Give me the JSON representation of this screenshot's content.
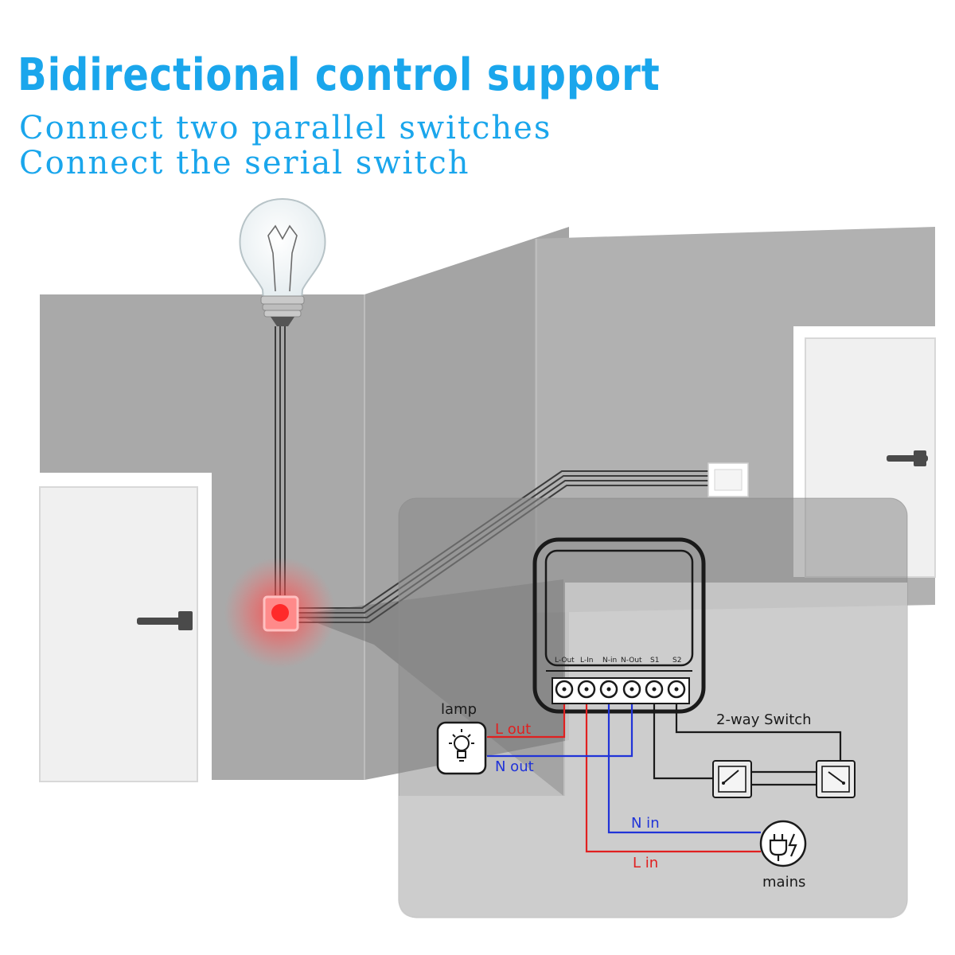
{
  "header": {
    "title": "Bidirectional control support",
    "line1": "Connect two parallel switches",
    "line2": "Connect the serial switch"
  },
  "module": {
    "terminals": [
      "L-Out",
      "L-In",
      "N-in",
      "N-Out",
      "S1",
      "S2"
    ]
  },
  "wiring": {
    "lamp_label": "lamp",
    "l_out": "L out",
    "n_out": "N out",
    "switch_label": "2-way Switch",
    "n_in": "N in",
    "l_in": "L in",
    "mains_label": "mains"
  },
  "colors": {
    "title_blue": "#1aa6ec",
    "live_red": "#e02020",
    "neutral_blue": "#2033d8",
    "wall_gray": "#a9a9a9"
  }
}
